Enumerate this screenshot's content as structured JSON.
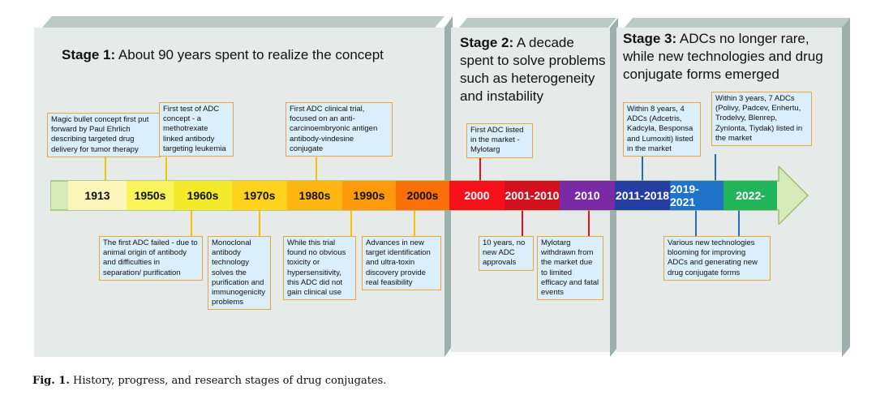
{
  "stages": [
    {
      "bold": "Stage 1:",
      "text": " About 90 years spent to realize the concept"
    },
    {
      "bold": "Stage 2:",
      "text": " A decade spent to solve problems such as heterogeneity and instability"
    },
    {
      "bold": "Stage 3:",
      "text": " ADCs no longer rare, while new technologies and drug conjugate forms emerged"
    }
  ],
  "timeline": [
    {
      "label": "1913",
      "color": "#fbf5b9",
      "text_color": "#111111"
    },
    {
      "label": "1950s",
      "color": "#f9f35c",
      "text_color": "#111111"
    },
    {
      "label": "1960s",
      "color": "#f2ea2a",
      "text_color": "#111111"
    },
    {
      "label": "1970s",
      "color": "#ffd21e",
      "text_color": "#111111"
    },
    {
      "label": "1980s",
      "color": "#ffb612",
      "text_color": "#111111"
    },
    {
      "label": "1990s",
      "color": "#ff9a0c",
      "text_color": "#111111"
    },
    {
      "label": "2000s",
      "color": "#f9700a",
      "text_color": "#111111"
    },
    {
      "label": "2000",
      "color": "#f4111a",
      "text_color": "#ffffff"
    },
    {
      "label": "2001-2010",
      "color": "#d2101e",
      "text_color": "#ffffff"
    },
    {
      "label": "2010",
      "color": "#7a2aa5",
      "text_color": "#ffffff"
    },
    {
      "label": "2011-2018",
      "color": "#263ea2",
      "text_color": "#ffffff"
    },
    {
      "label": "2019-2021",
      "color": "#1f73c9",
      "text_color": "#ffffff"
    },
    {
      "label": "2022-",
      "color": "#22b45a",
      "text_color": "#ffffff"
    }
  ],
  "notes": {
    "above": [
      "Magic bullet concept first put forward by Paul Ehrlich describing targeted drug delivery for tumor therapy",
      "First test of ADC concept - a methotrexate linked antibody targeting leukemia",
      "First ADC clinical trial, focused on an anti-carcinoembryonic antigen antibody-vindesine conjugate",
      "First ADC listed in the market - Mylotarg",
      "Within 8 years, 4 ADCs (Adcetris, Kadcyla, Besponsa and Lumoxiti) listed in the market",
      "Within 3 years, 7 ADCs (Polivy, Padcev, Enhertu, Trodelvy, Blenrep, Zynlonta, Tiydak) listed in the market"
    ],
    "below": [
      "The first ADC failed - due to animal origin of antibody and difficulties in separation/ purification",
      "Monoclonal antibody technology solves the purification and immunogenicity problems",
      "While this trial found no obvious toxicity or hypersensitivity, this ADC did not gain clinical use",
      "Advances in new target identification and ultra-toxin discovery provide real feasibility",
      "10 years, no new ADC approvals",
      "Mylotarg withdrawn from the market due to limited efficacy and fatal events",
      "Various new technologies blooming for improving ADCs and generating new drug conjugate forms"
    ]
  },
  "colors": {
    "connector_yellow": "#f5c400",
    "connector_red": "#e8101a",
    "connector_blue": "#1e6fc4",
    "note_border": "#f0a531",
    "note_fill": "#dbeefb"
  },
  "caption": {
    "bold": "Fig. 1.",
    "text": " History, progress, and research stages of drug conjugates."
  }
}
